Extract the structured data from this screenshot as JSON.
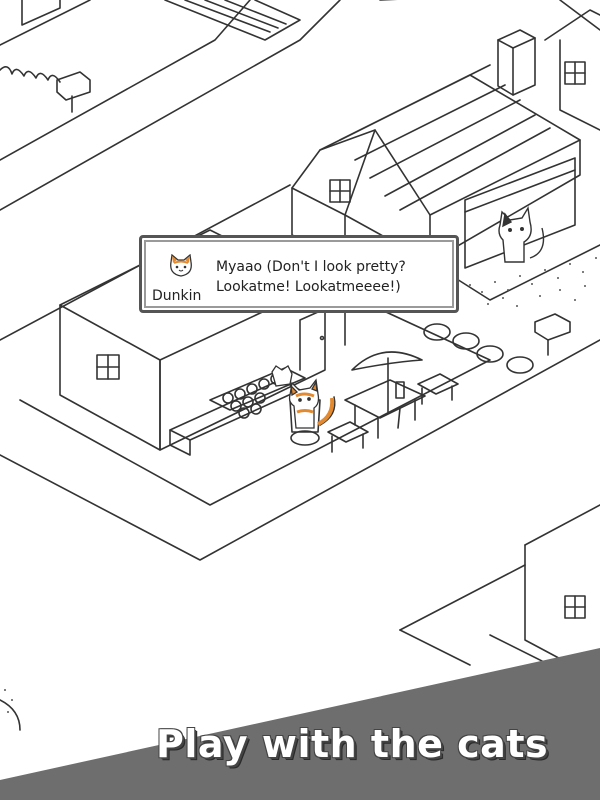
{
  "dialog": {
    "speaker": "Dunkin",
    "line1": "Myaao (Don't I look pretty?",
    "line2": "Lookatme! Lookatmeeee!)"
  },
  "banner": {
    "text": "Play with the cats"
  },
  "colors": {
    "outline": "#333333",
    "banner_bg": "#6e6e6e",
    "cat_orange": "#e3892f",
    "background": "#ffffff"
  },
  "icons": {
    "portrait": "cat-face-icon",
    "umbrella": "umbrella-icon"
  }
}
